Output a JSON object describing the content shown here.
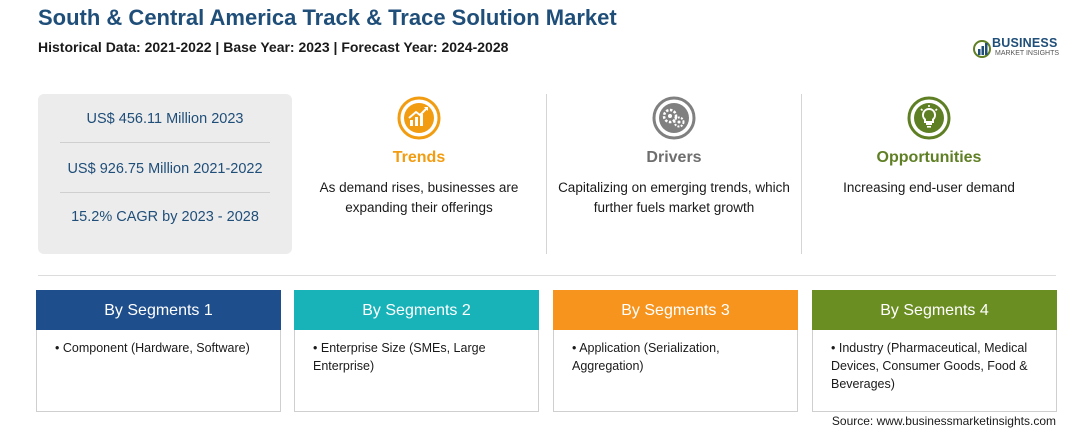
{
  "header": {
    "title": "South & Central America Track & Trace Solution Market",
    "subtitle": "Historical Data: 2021-2022 | Base Year: 2023 | Forecast Year: 2024-2028"
  },
  "logo": {
    "name": "BUSINESS",
    "tagline": "MARKET INSIGHTS"
  },
  "stats": [
    "US$ 456.11 Million 2023",
    "US$ 926.75 Million 2021-2022",
    "15.2% CAGR by 2023 - 2028"
  ],
  "highlights": [
    {
      "heading": "Trends",
      "text": "As demand rises, businesses are expanding their offerings",
      "color": "#f29c11",
      "icon": "chart-growth-icon"
    },
    {
      "heading": "Drivers",
      "text": "Capitalizing on emerging trends, which further fuels market growth",
      "color": "#808080",
      "icon": "gears-icon"
    },
    {
      "heading": "Opportunities",
      "text": "Increasing end-user demand",
      "color": "#5f7f24",
      "icon": "lightbulb-icon"
    }
  ],
  "segments": [
    {
      "title": "By Segments 1",
      "bullet": "•",
      "text": "Component (Hardware, Software)",
      "color": "#1f4e8c"
    },
    {
      "title": "By Segments 2",
      "bullet": "•",
      "text": "Enterprise Size (SMEs, Large Enterprise)",
      "color": "#17b3b8"
    },
    {
      "title": "By Segments 3",
      "bullet": "•",
      "text": "Application (Serialization, Aggregation)",
      "color": "#f7941d"
    },
    {
      "title": "By Segments 4",
      "bullet": "•",
      "text": "Industry (Pharmaceutical, Medical Devices, Consumer Goods, Food & Beverages)",
      "color": "#6b8e23"
    }
  ],
  "footer": {
    "source": "Source: www.businessmarketinsights.com"
  }
}
